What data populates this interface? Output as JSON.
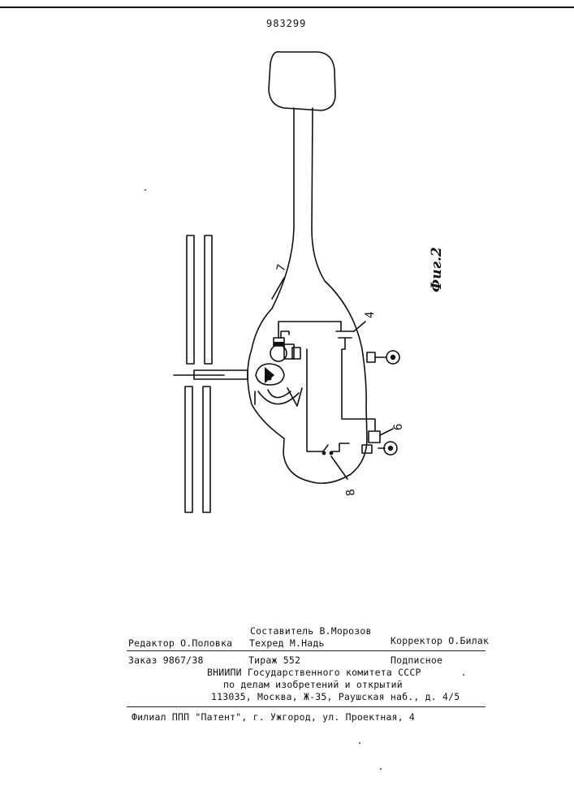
{
  "header": {
    "patent_number": "983299"
  },
  "figure": {
    "caption": "Фиг.2",
    "labels": {
      "l7": "7",
      "l4": "4",
      "l6": "6",
      "l8": "8"
    }
  },
  "imprint": {
    "editor": "Редактор О.Половка",
    "compiler": "Составитель В.Морозов",
    "techred": "Техред М.Надь",
    "corrector": "Корректор О.Билак",
    "order": "Заказ 9867/38",
    "circulation": "Тираж 552",
    "subscription": "Подписное",
    "org_line1": "ВНИИПИ Государственного комитета СССР",
    "org_line2": "по делам изобретений и открытий",
    "address": "113035, Москва, Ж-35, Раушская наб., д. 4/5",
    "branch": "Филиал ППП \"Патент\", г. Ужгород, ул. Проектная, 4"
  }
}
